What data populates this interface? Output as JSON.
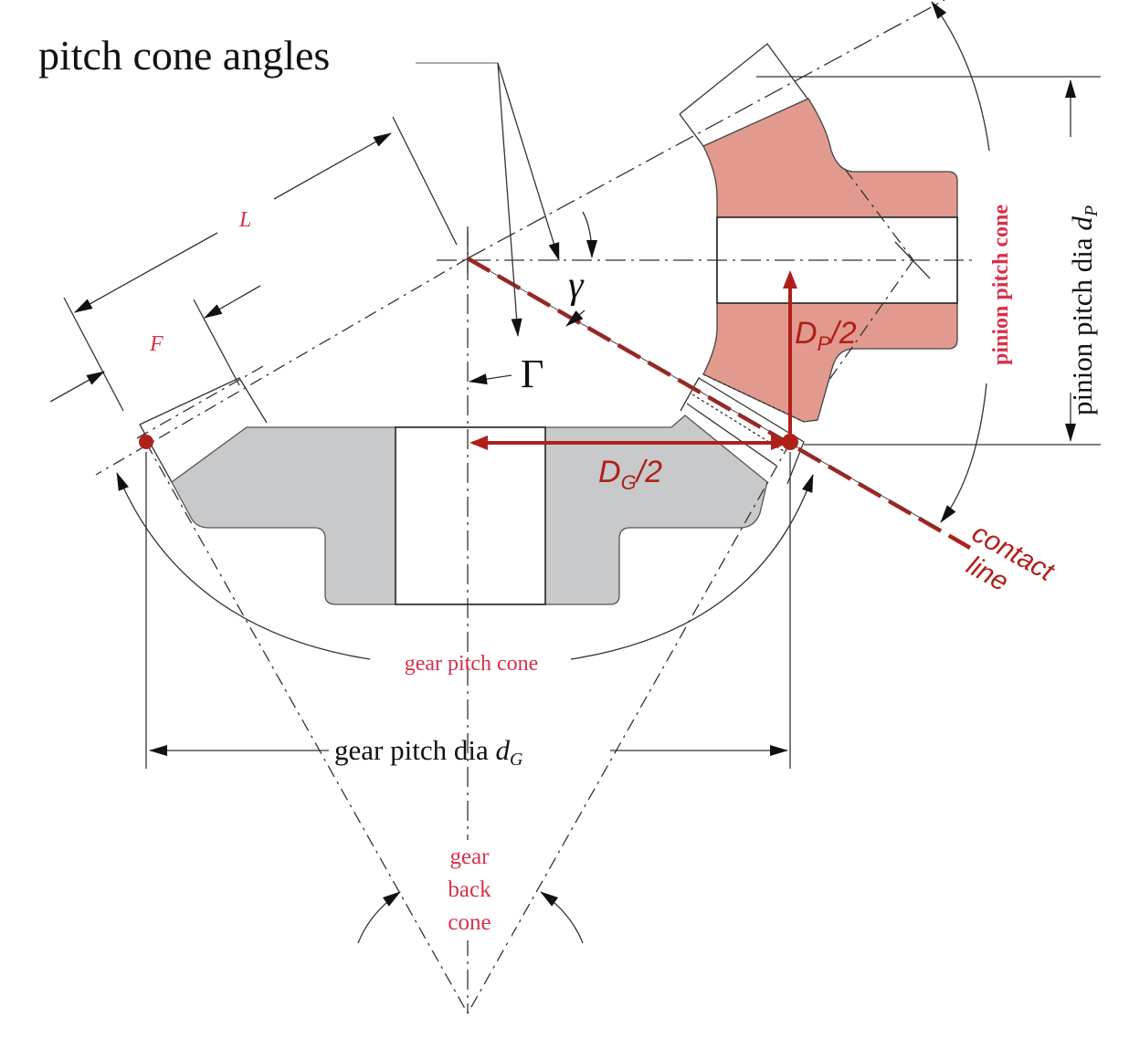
{
  "title_label": "pitch cone angles",
  "labels": {
    "L": "L",
    "F": "F",
    "gamma": "γ",
    "Gamma": "Γ",
    "DP_half": {
      "main": "D",
      "sub": "P",
      "rest": "/2"
    },
    "DG_half": {
      "main": "D",
      "sub": "G",
      "rest": "/2"
    },
    "contact_line_1": "contact",
    "contact_line_2": "line",
    "gear_pitch_cone": "gear pitch cone",
    "pinion_pitch_cone": "pinion pitch cone",
    "gear_pitch_dia": {
      "text": "gear pitch dia ",
      "sym": "d",
      "sub": "G"
    },
    "pinion_pitch_dia": {
      "text": "pinion pitch dia ",
      "sym": "d",
      "sub": "P"
    },
    "gear_back_cone": [
      "gear",
      "back",
      "cone"
    ]
  },
  "colors": {
    "annotation_red": "#b0201a",
    "label_pink": "#d8304a",
    "gear_fill": "#c8c9cb",
    "pinion_fill": "#e29a8e",
    "line": "#333333"
  }
}
